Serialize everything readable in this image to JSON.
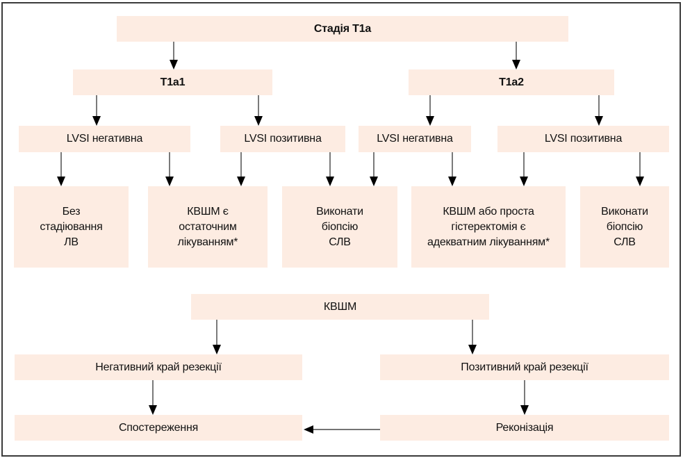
{
  "diagram": {
    "colors": {
      "node_fill": "#fdece2",
      "line": "#222222",
      "frame": "#3a3a3a"
    },
    "nodes": {
      "stage_t1a": "Стадія T1a",
      "t1a1": "T1a1",
      "t1a2": "T1a2",
      "t1a1_lvsi_neg": "LVSI негативна",
      "t1a1_lvsi_pos": "LVSI позитивна",
      "t1a2_lvsi_neg": "LVSI негативна",
      "t1a2_lvsi_pos": "LVSI позитивна",
      "no_staging": "Без\nстадіювання\nЛВ",
      "kvshm_final": "КВШМ є\nостаточним\nлікуванням*",
      "slv_biopsy_1": "Виконати\nбіопсію\nСЛВ",
      "kvshm_or_hyst": "КВШМ або проста\nгістеректомія є\nадекватним лікуванням*",
      "slv_biopsy_2": "Виконати\nбіопсію\nСЛВ",
      "kvshm": "КВШМ",
      "neg_margin": "Негативний край резекції",
      "pos_margin": "Позитивний край резекції",
      "observation": "Спостереження",
      "reconization": "Реконізація"
    },
    "edges": [
      [
        "stage_t1a",
        "t1a1"
      ],
      [
        "stage_t1a",
        "t1a2"
      ],
      [
        "t1a1",
        "t1a1_lvsi_neg"
      ],
      [
        "t1a1",
        "t1a1_lvsi_pos"
      ],
      [
        "t1a1_lvsi_neg",
        "no_staging"
      ],
      [
        "t1a1_lvsi_neg",
        "kvshm_final"
      ],
      [
        "t1a1_lvsi_pos",
        "kvshm_final"
      ],
      [
        "t1a1_lvsi_pos",
        "slv_biopsy_1"
      ],
      [
        "t1a2",
        "t1a2_lvsi_neg"
      ],
      [
        "t1a2",
        "t1a2_lvsi_pos"
      ],
      [
        "t1a2_lvsi_neg",
        "slv_biopsy_1"
      ],
      [
        "t1a2_lvsi_neg",
        "kvshm_or_hyst"
      ],
      [
        "t1a2_lvsi_pos",
        "kvshm_or_hyst"
      ],
      [
        "t1a2_lvsi_pos",
        "slv_biopsy_2"
      ],
      [
        "kvshm",
        "neg_margin"
      ],
      [
        "kvshm",
        "pos_margin"
      ],
      [
        "neg_margin",
        "observation"
      ],
      [
        "pos_margin",
        "reconization"
      ],
      [
        "reconization",
        "observation"
      ]
    ]
  }
}
